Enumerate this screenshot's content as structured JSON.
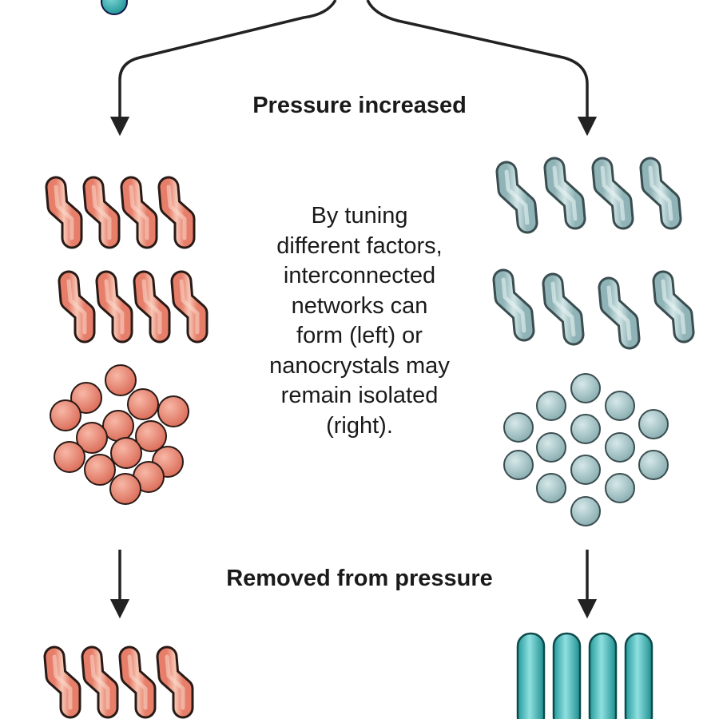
{
  "labels": {
    "pressure_increased": "Pressure increased",
    "removed_from_pressure": "Removed from pressure"
  },
  "caption": [
    "By tuning",
    "different factors,",
    "interconnected",
    "networks can",
    "form (left) or",
    "nanocrystals may",
    "remain isolated",
    "(right)."
  ],
  "colors": {
    "network_salmon": "#e9907c",
    "network_outline": "#222222",
    "isolated_bluegray": "#a9c7c9",
    "isolated_teal": "#3fb1b3",
    "arrow": "#222222"
  }
}
